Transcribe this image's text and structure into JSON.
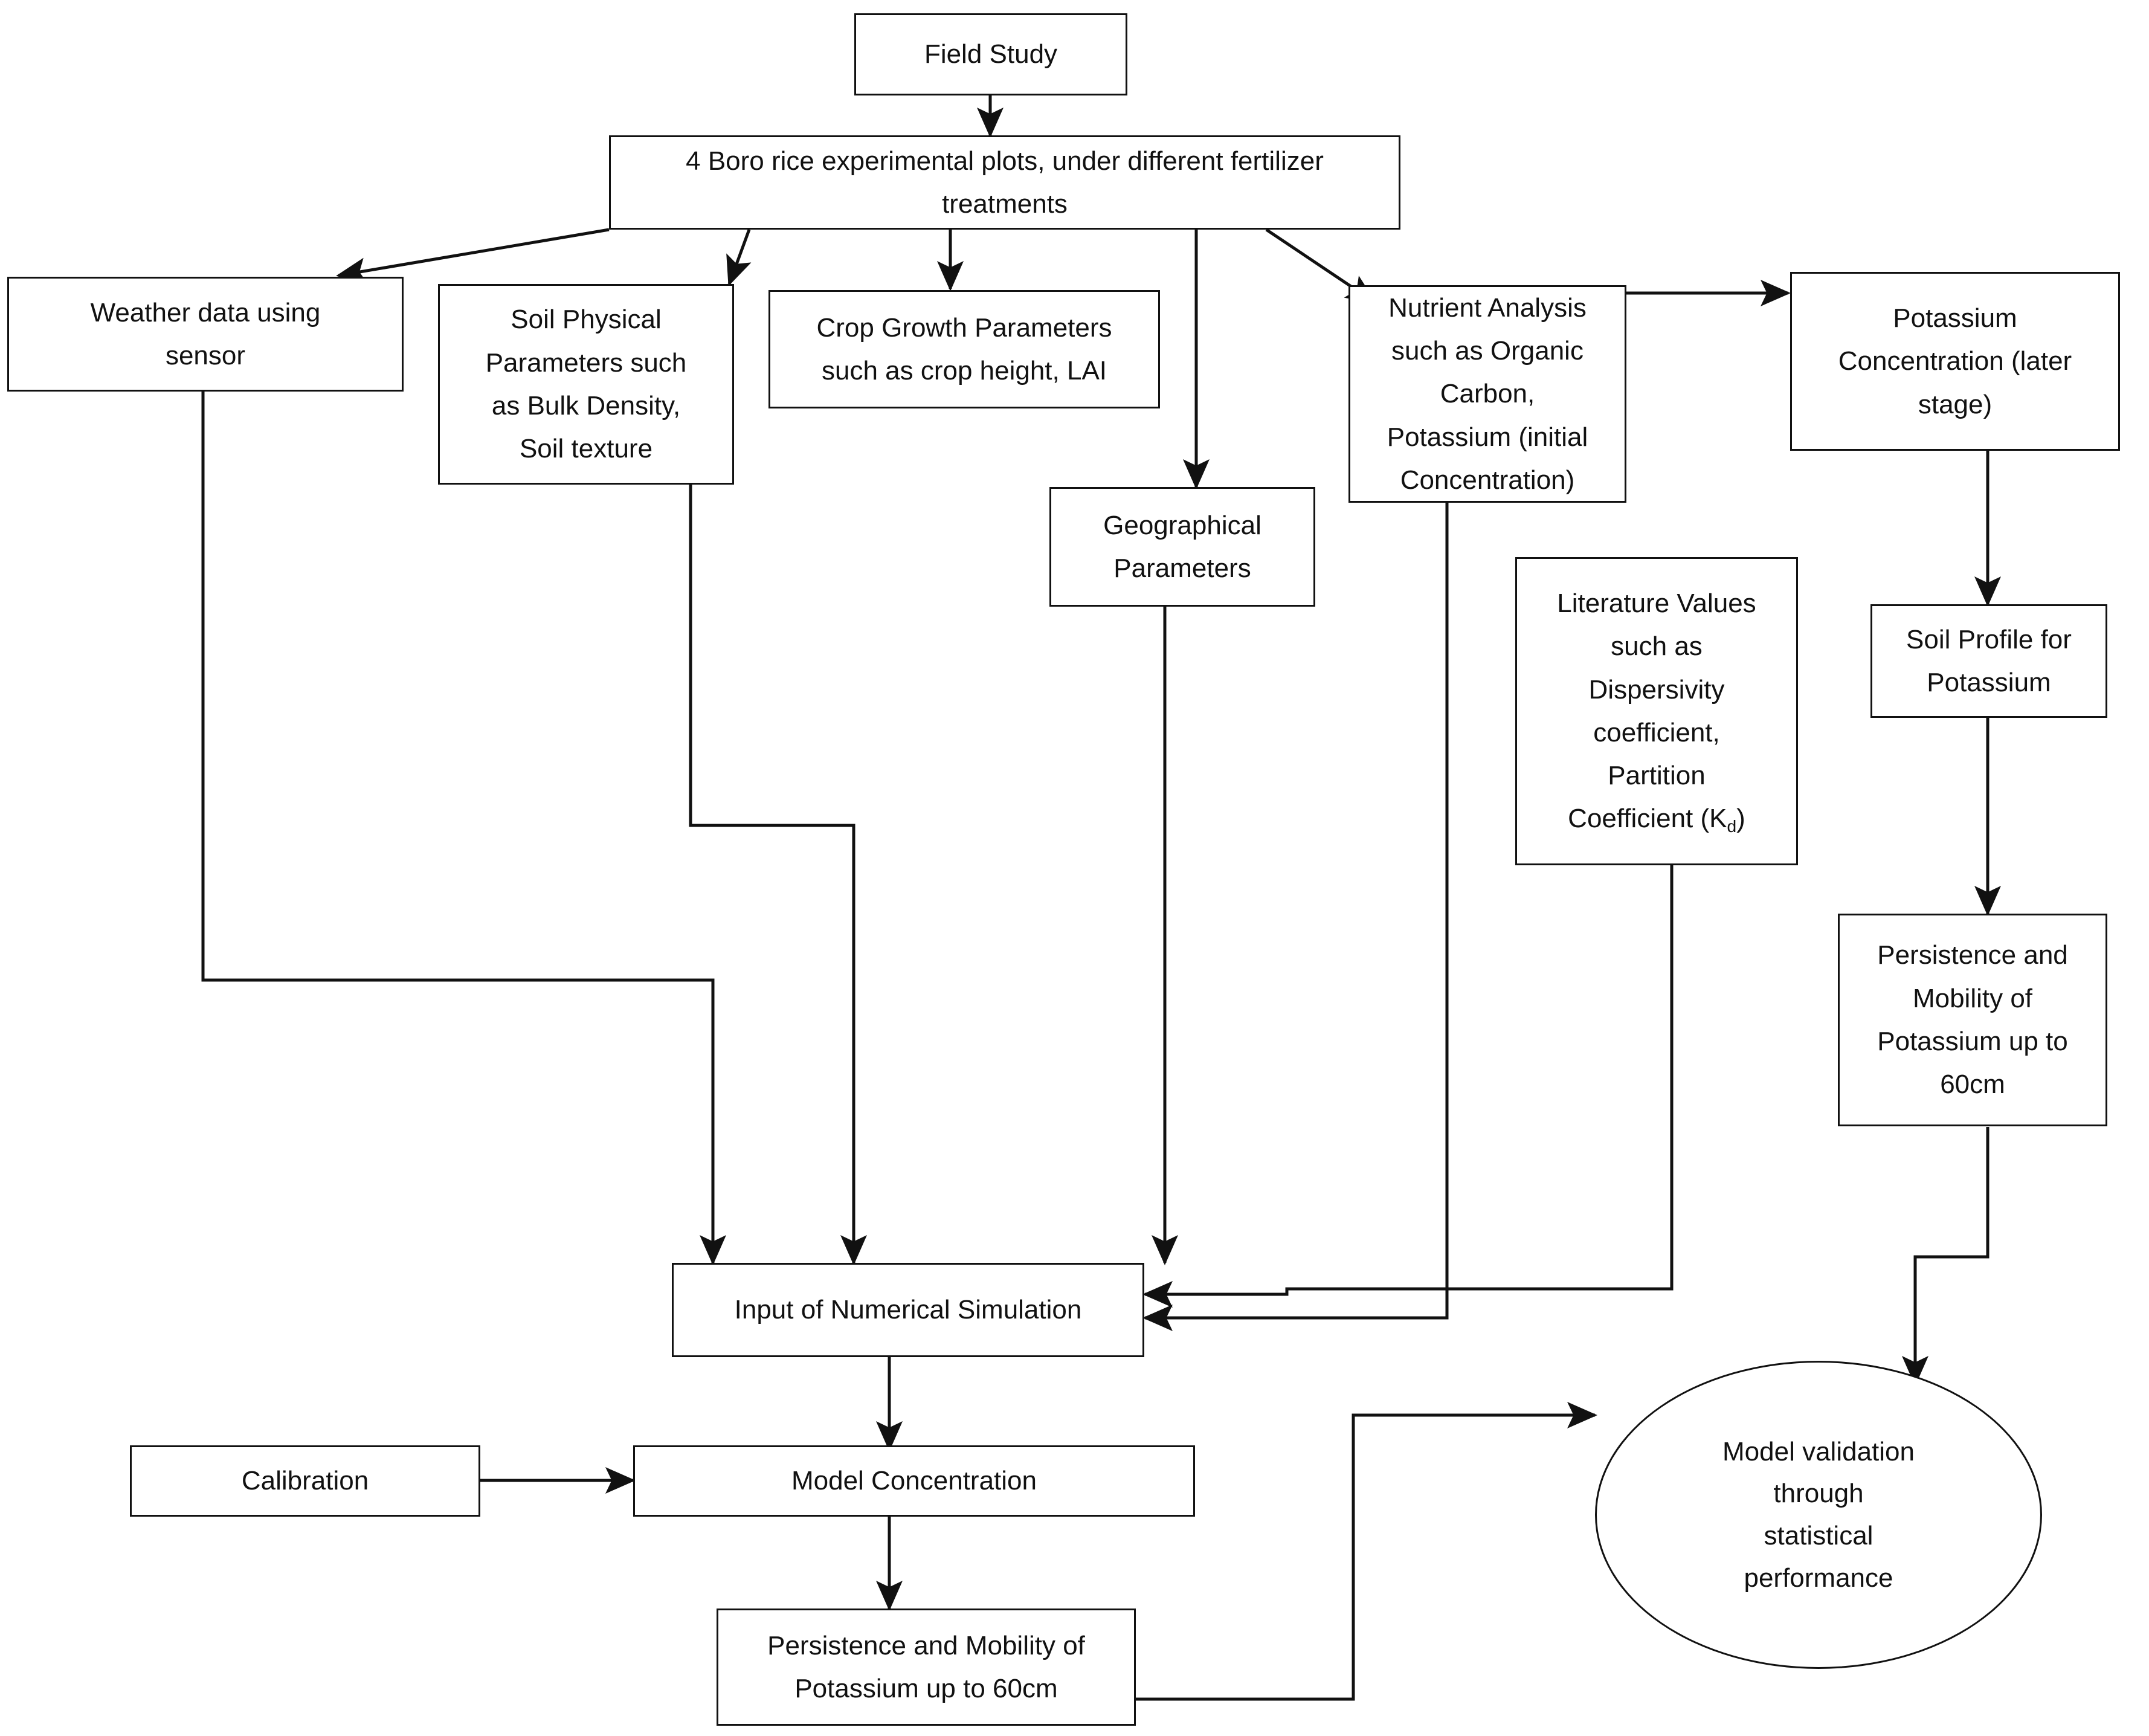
{
  "diagram": {
    "title": "Field study to numerical simulation workflow for potassium persistence and mobility",
    "line_color": "#111111",
    "background": "#ffffff",
    "nodes": [
      {
        "id": "field_study",
        "label": "Field Study"
      },
      {
        "id": "plots",
        "label": "4 Boro rice experimental plots, under different fertilizer\ntreatments"
      },
      {
        "id": "weather",
        "label": "Weather data using\nsensor"
      },
      {
        "id": "soil_physical",
        "label": "Soil Physical\nParameters such\nas Bulk Density,\nSoil texture"
      },
      {
        "id": "crop_growth",
        "label": "Crop Growth Parameters\nsuch as crop height, LAI"
      },
      {
        "id": "nutrient",
        "label": "Nutrient Analysis\nsuch as Organic\nCarbon,\nPotassium (initial\nConcentration)"
      },
      {
        "id": "potassium_later",
        "label": "Potassium\nConcentration (later\nstage)"
      },
      {
        "id": "geographical",
        "label": "Geographical\nParameters"
      },
      {
        "id": "literature",
        "label": "Literature Values\nsuch as\nDispersivity\ncoefficient,\nPartition\nCoefficient (K",
        "label_sub": "d",
        "label_tail": ")"
      },
      {
        "id": "soil_profile",
        "label": "Soil Profile for\nPotassium"
      },
      {
        "id": "persistence_field",
        "label": "Persistence and\nMobility of\nPotassium up to\n60cm"
      },
      {
        "id": "input_sim",
        "label": "Input of Numerical Simulation"
      },
      {
        "id": "calibration",
        "label": "Calibration"
      },
      {
        "id": "model_conc",
        "label": "Model Concentration"
      },
      {
        "id": "persistence_model",
        "label": "Persistence and Mobility of\nPotassium up to 60cm"
      },
      {
        "id": "validation",
        "label": "Model validation\nthrough\nstatistical\nperformance"
      }
    ],
    "edges": [
      {
        "from": "field_study",
        "to": "plots"
      },
      {
        "from": "plots",
        "to": "weather"
      },
      {
        "from": "plots",
        "to": "soil_physical"
      },
      {
        "from": "plots",
        "to": "crop_growth"
      },
      {
        "from": "plots",
        "to": "geographical"
      },
      {
        "from": "plots",
        "to": "nutrient"
      },
      {
        "from": "nutrient",
        "to": "potassium_later"
      },
      {
        "from": "potassium_later",
        "to": "soil_profile"
      },
      {
        "from": "soil_profile",
        "to": "persistence_field"
      },
      {
        "from": "weather",
        "to": "input_sim"
      },
      {
        "from": "soil_physical",
        "to": "input_sim"
      },
      {
        "from": "geographical",
        "to": "input_sim"
      },
      {
        "from": "nutrient",
        "to": "input_sim"
      },
      {
        "from": "literature",
        "to": "input_sim"
      },
      {
        "from": "input_sim",
        "to": "model_conc"
      },
      {
        "from": "calibration",
        "to": "model_conc"
      },
      {
        "from": "model_conc",
        "to": "persistence_model"
      },
      {
        "from": "persistence_model",
        "to": "validation"
      },
      {
        "from": "persistence_field",
        "to": "validation"
      }
    ]
  }
}
